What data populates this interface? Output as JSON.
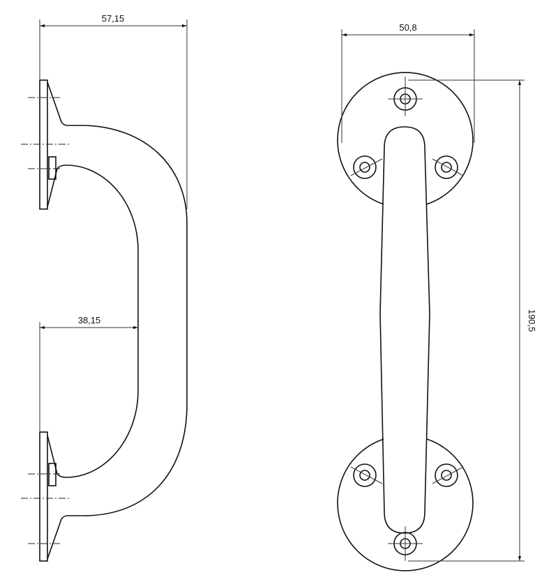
{
  "dimensions": {
    "side_depth": "57,15",
    "side_inner_clearance": "38,15",
    "front_width": "50,8",
    "front_height": "190,5"
  }
}
